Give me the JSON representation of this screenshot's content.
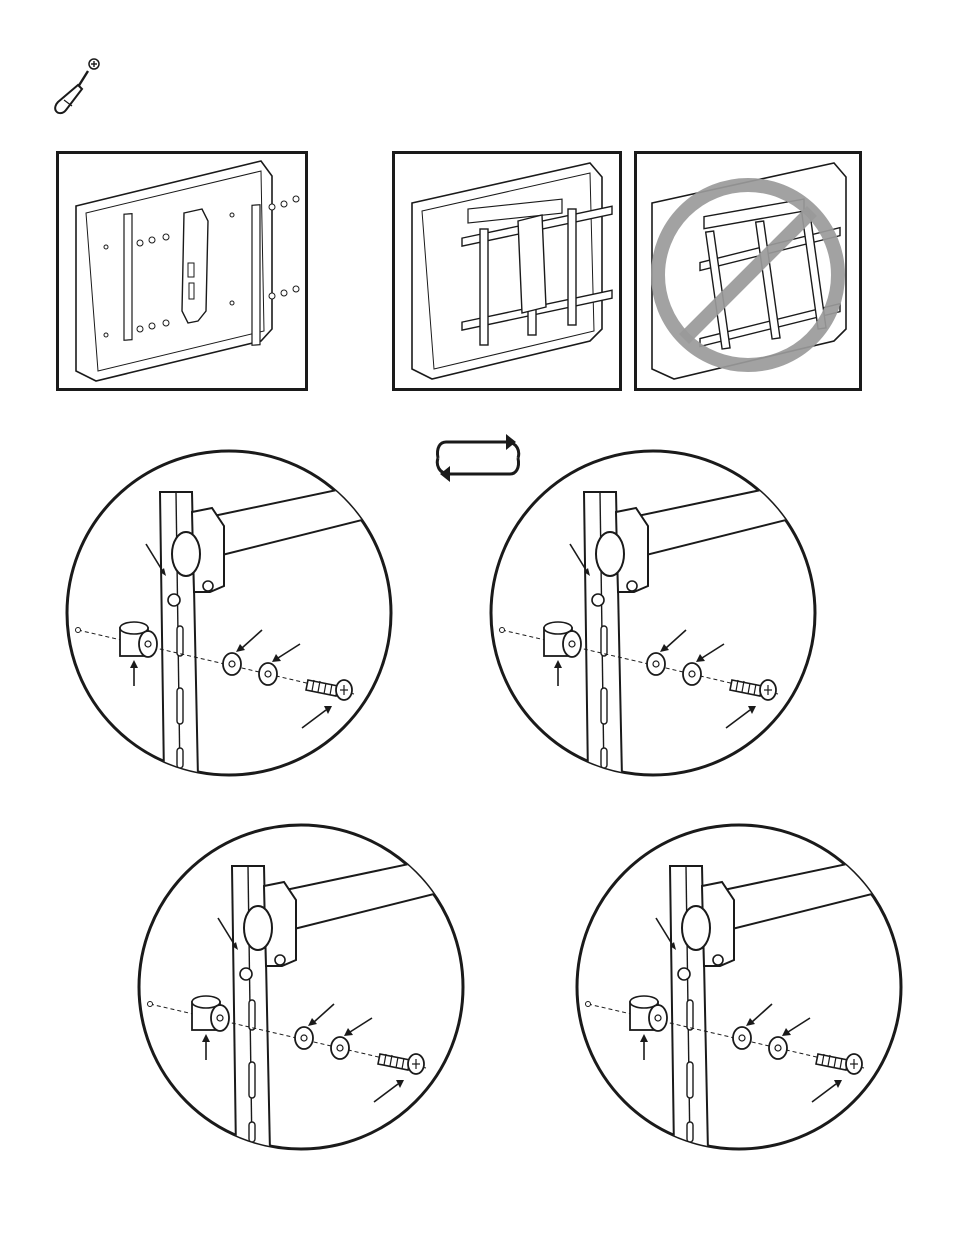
{
  "page": {
    "background": "#ffffff",
    "ink": "#1a1a1a"
  },
  "tools": {
    "icon": "phillips-screwdriver-icon"
  },
  "overview_panels": [
    {
      "name": "exploded-brackets-panel",
      "state": "exploded"
    },
    {
      "name": "correct-assembly-panel",
      "state": "correct"
    },
    {
      "name": "incorrect-assembly-panel",
      "state": "incorrect",
      "prohibition_color": "#9a9a9a"
    }
  ],
  "repeat_icon": "repeat-arrows-icon",
  "detail_views": [
    {
      "name": "detail-top-left"
    },
    {
      "name": "detail-top-right"
    },
    {
      "name": "detail-bottom-left"
    },
    {
      "name": "detail-bottom-right"
    }
  ]
}
